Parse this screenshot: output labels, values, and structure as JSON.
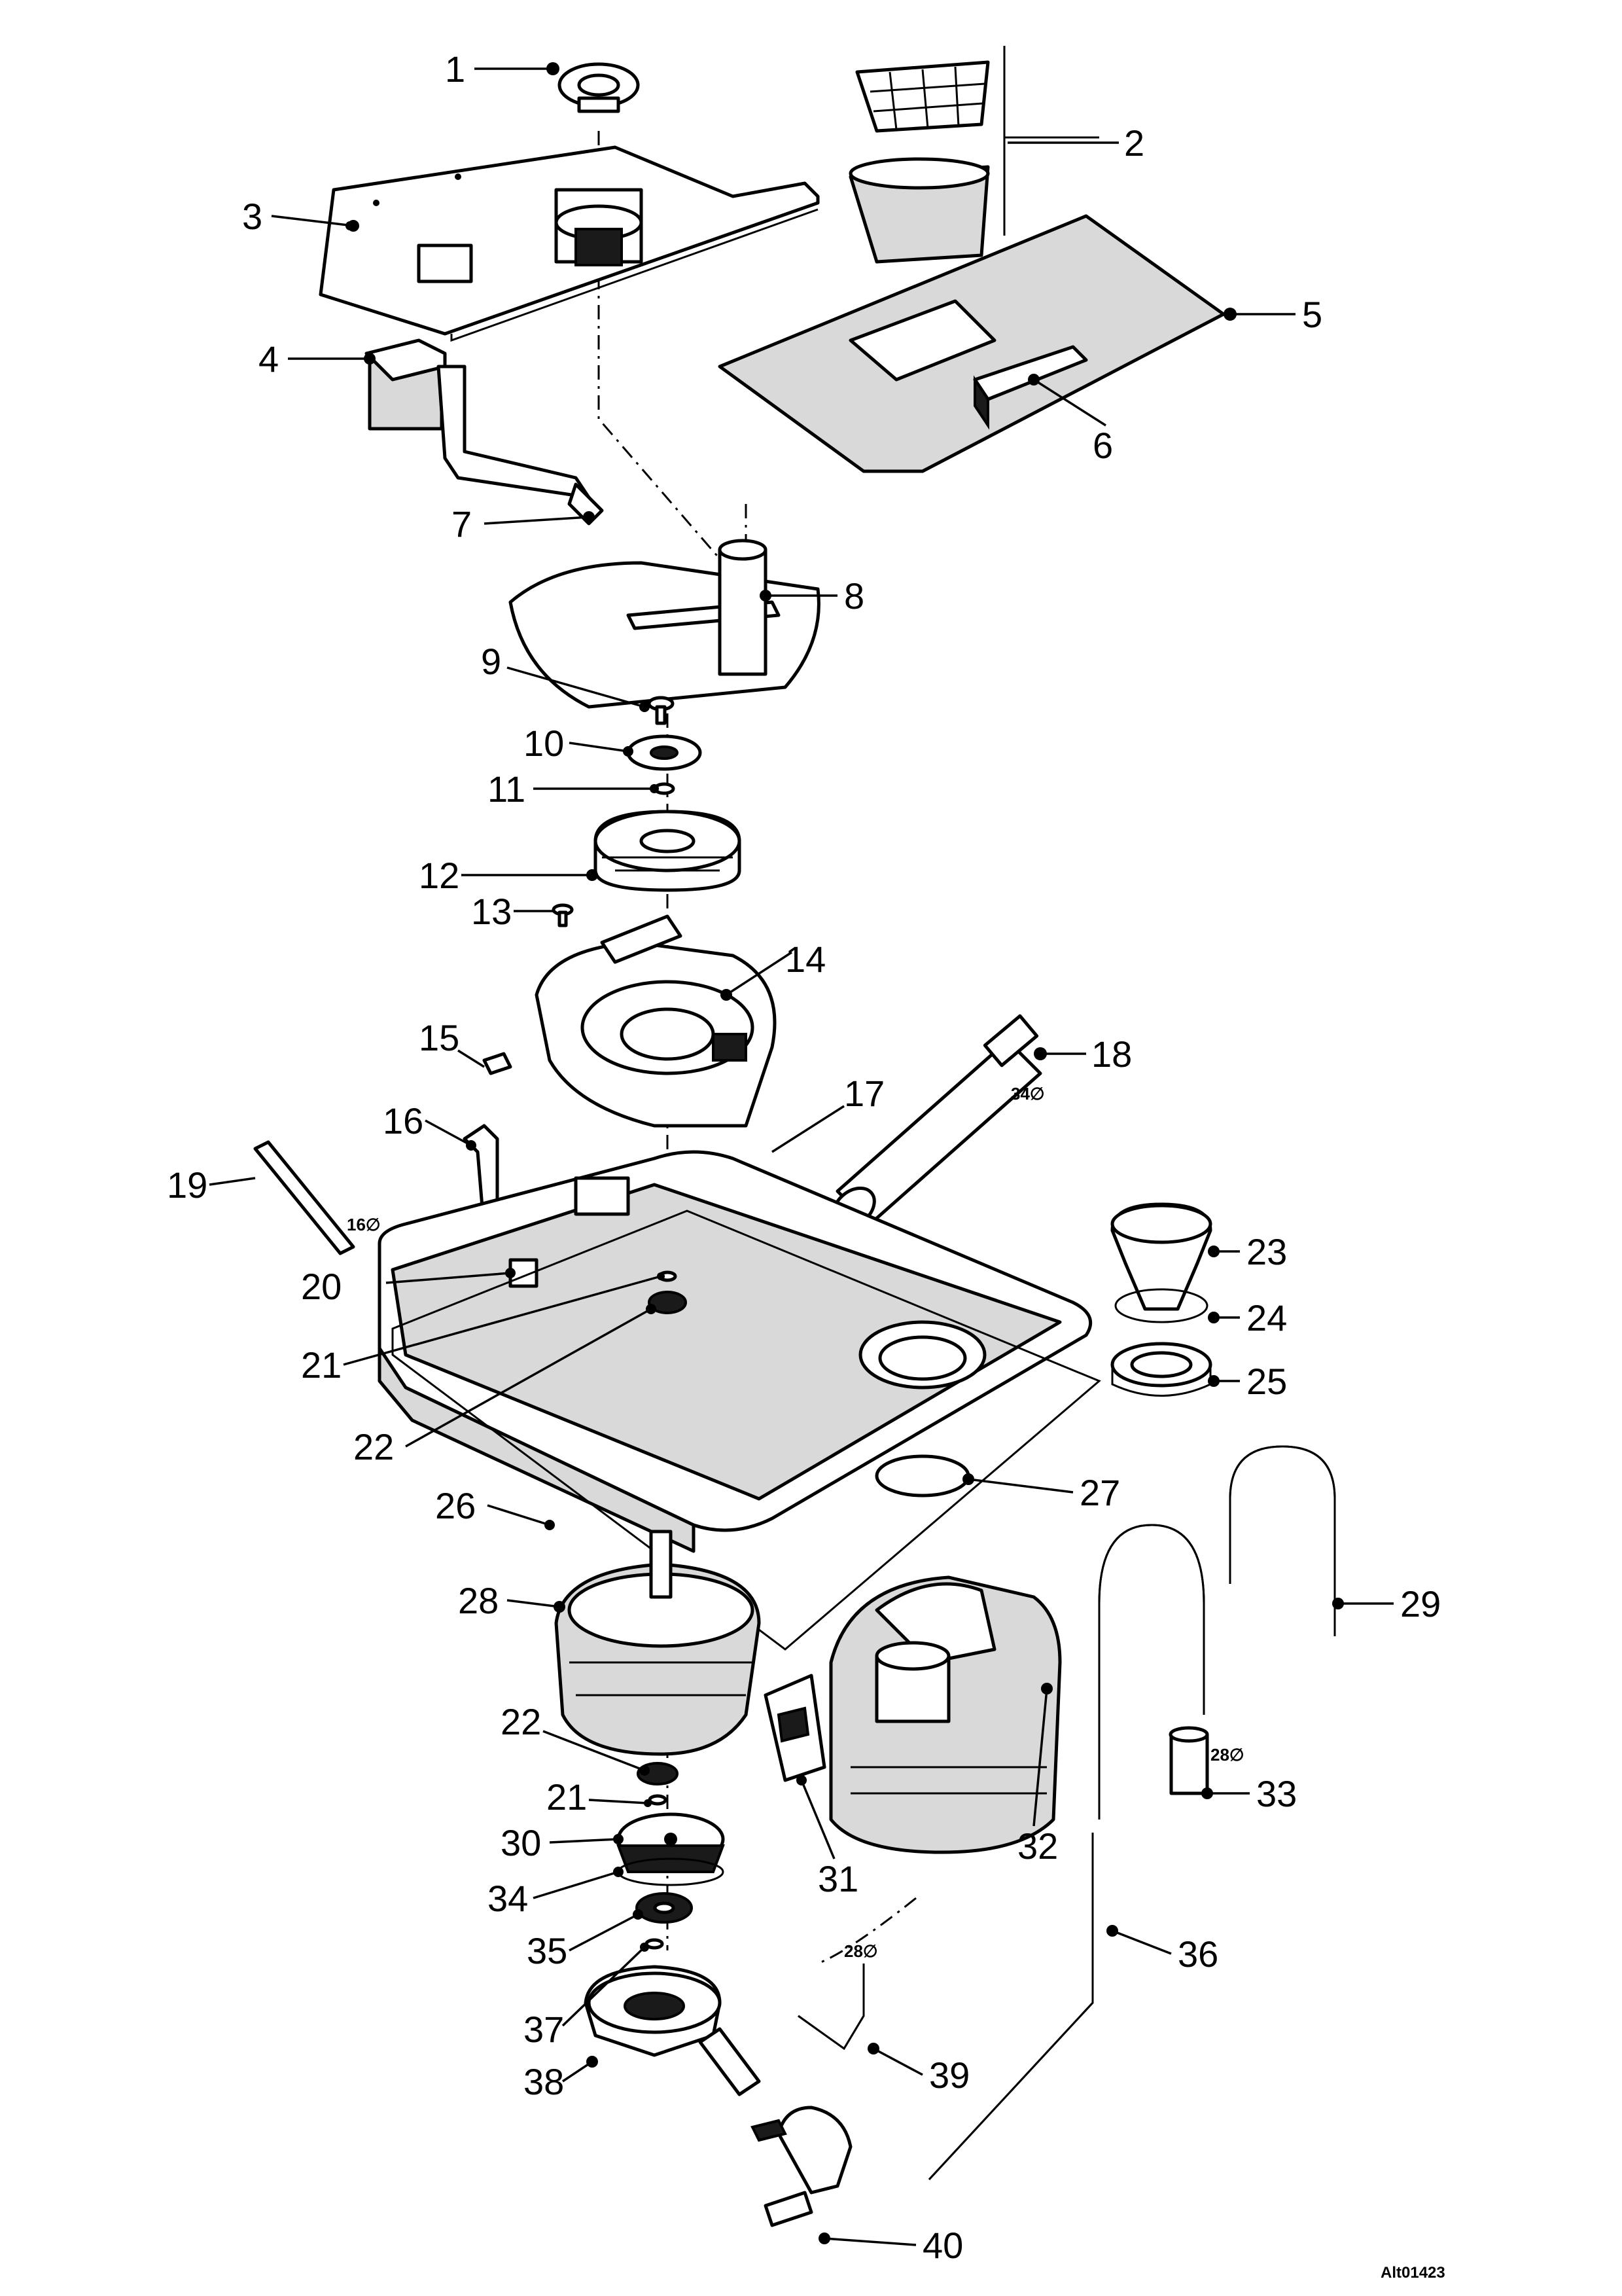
{
  "callouts": [
    {
      "id": "1",
      "label": "1"
    },
    {
      "id": "2",
      "label": "2"
    },
    {
      "id": "3",
      "label": "3"
    },
    {
      "id": "4",
      "label": "4"
    },
    {
      "id": "5",
      "label": "5"
    },
    {
      "id": "6",
      "label": "6"
    },
    {
      "id": "7",
      "label": "7"
    },
    {
      "id": "8",
      "label": "8"
    },
    {
      "id": "9",
      "label": "9"
    },
    {
      "id": "10",
      "label": "10"
    },
    {
      "id": "11",
      "label": "11"
    },
    {
      "id": "12",
      "label": "12"
    },
    {
      "id": "13",
      "label": "13"
    },
    {
      "id": "14",
      "label": "14"
    },
    {
      "id": "15",
      "label": "15"
    },
    {
      "id": "16",
      "label": "16"
    },
    {
      "id": "17",
      "label": "17"
    },
    {
      "id": "18",
      "label": "18"
    },
    {
      "id": "19",
      "label": "19"
    },
    {
      "id": "20",
      "label": "20"
    },
    {
      "id": "21a",
      "label": "21"
    },
    {
      "id": "22a",
      "label": "22"
    },
    {
      "id": "23",
      "label": "23"
    },
    {
      "id": "24",
      "label": "24"
    },
    {
      "id": "25",
      "label": "25"
    },
    {
      "id": "26",
      "label": "26"
    },
    {
      "id": "27",
      "label": "27"
    },
    {
      "id": "28",
      "label": "28"
    },
    {
      "id": "29",
      "label": "29"
    },
    {
      "id": "22b",
      "label": "22"
    },
    {
      "id": "21b",
      "label": "21"
    },
    {
      "id": "30",
      "label": "30"
    },
    {
      "id": "31",
      "label": "31"
    },
    {
      "id": "32",
      "label": "32"
    },
    {
      "id": "33",
      "label": "33"
    },
    {
      "id": "34",
      "label": "34"
    },
    {
      "id": "35",
      "label": "35"
    },
    {
      "id": "36",
      "label": "36"
    },
    {
      "id": "37",
      "label": "37"
    },
    {
      "id": "38",
      "label": "38"
    },
    {
      "id": "39",
      "label": "39"
    },
    {
      "id": "40",
      "label": "40"
    }
  ],
  "size_notes": {
    "tube_18": "34∅",
    "rod_19": "16∅",
    "connector_33": "28∅",
    "elbow_39": "28∅"
  },
  "reference_code": "Alt01423"
}
